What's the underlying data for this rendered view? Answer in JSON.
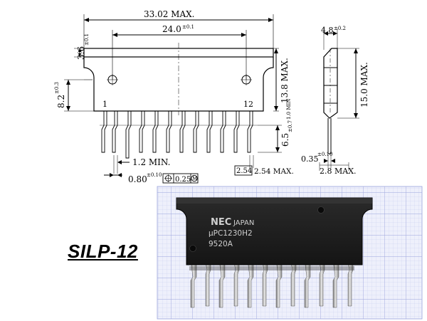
{
  "package_label": "SILP-12",
  "front_view": {
    "overall_width": "33.02 MAX.",
    "hole_pitch": "24.0",
    "hole_pitch_tol": "±0.1",
    "tab_height": "3.6",
    "tab_height_tol": "±0.1",
    "body_height": "8.2",
    "body_height_tol": "±0.3",
    "total_height": "13.8 MAX.",
    "pin_first": "1",
    "pin_last": "12",
    "lead_length": "6.5",
    "lead_length_tol": "±0.7",
    "lead_min": "1.0 MIN",
    "lead_width_min": "1.2 MIN.",
    "lead_width": "0.80",
    "lead_width_tol": "±0.10",
    "position_tolerance": "0.25",
    "position_datum": "M",
    "pitch_boxed": "2.54",
    "pitch_max": "2.54 MAX."
  },
  "side_view": {
    "thickness": "4.8",
    "thickness_tol": "±0.2",
    "height": "15.0 MAX.",
    "lead_thickness": "0.35",
    "lead_thickness_tol": "±0.10",
    "lead_span": "2.8 MAX."
  },
  "chip_marking": {
    "maker": "NEC",
    "country": "JAPAN",
    "part": "μPC1230H2",
    "date_code": "9520A"
  },
  "colors": {
    "ink": "#000000",
    "grid_bg": "#eef0fb",
    "grid_line": "#b6bde6",
    "chip_body": "#1b1b1b",
    "lead_metal": "#b9b9b9"
  }
}
